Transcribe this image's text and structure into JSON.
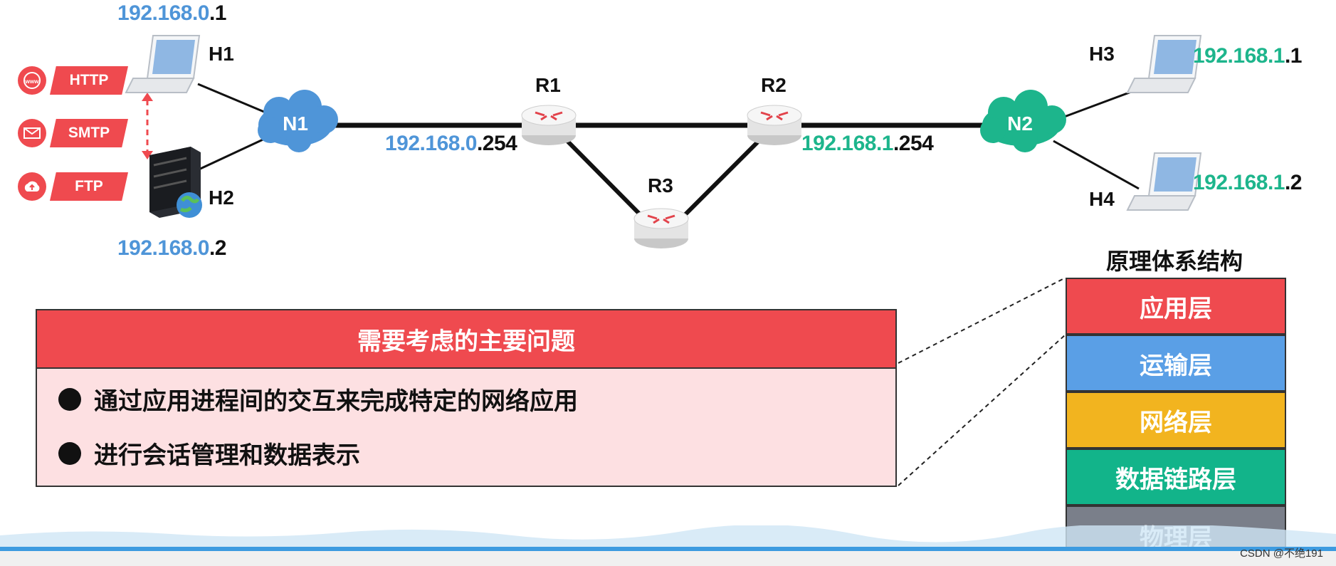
{
  "colors": {
    "subnet_a": "#4f95d8",
    "subnet_b": "#1db58c",
    "suffix": "#111111",
    "accent_red": "#ef4a4f",
    "issue_bg": "#fde0e2",
    "layer_application": "#ef4a4f",
    "layer_transport": "#5a9fe6",
    "layer_network": "#f2b41f",
    "layer_datalink": "#12b48a",
    "layer_physical": "#7a7f8a"
  },
  "ips": {
    "h1": {
      "net": "192.168.0",
      "host": ".1"
    },
    "h2": {
      "net": "192.168.0",
      "host": ".2"
    },
    "r1_gw": {
      "net": "192.168.0",
      "host": ".254"
    },
    "r2_gw": {
      "net": "192.168.1",
      "host": ".254"
    },
    "h3": {
      "net": "192.168.1",
      "host": ".1"
    },
    "h4": {
      "net": "192.168.1",
      "host": ".2"
    }
  },
  "hosts": {
    "h1": "H1",
    "h2": "H2",
    "h3": "H3",
    "h4": "H4"
  },
  "routers": {
    "r1": "R1",
    "r2": "R2",
    "r3": "R3"
  },
  "clouds": {
    "n1": "N1",
    "n2": "N2"
  },
  "protocols": [
    {
      "label": "HTTP",
      "icon": "www-globe-icon"
    },
    {
      "label": "SMTP",
      "icon": "mail-icon"
    },
    {
      "label": "FTP",
      "icon": "cloud-upload-icon"
    }
  ],
  "issues": {
    "title": "需要考虑的主要问题",
    "items": [
      "通过应用进程间的交互来完成特定的网络应用",
      "进行会话管理和数据表示"
    ]
  },
  "architecture": {
    "title": "原理体系结构",
    "layers": [
      "应用层",
      "运输层",
      "网络层",
      "数据链路层",
      "物理层"
    ]
  },
  "watermark": "CSDN @不绝191"
}
